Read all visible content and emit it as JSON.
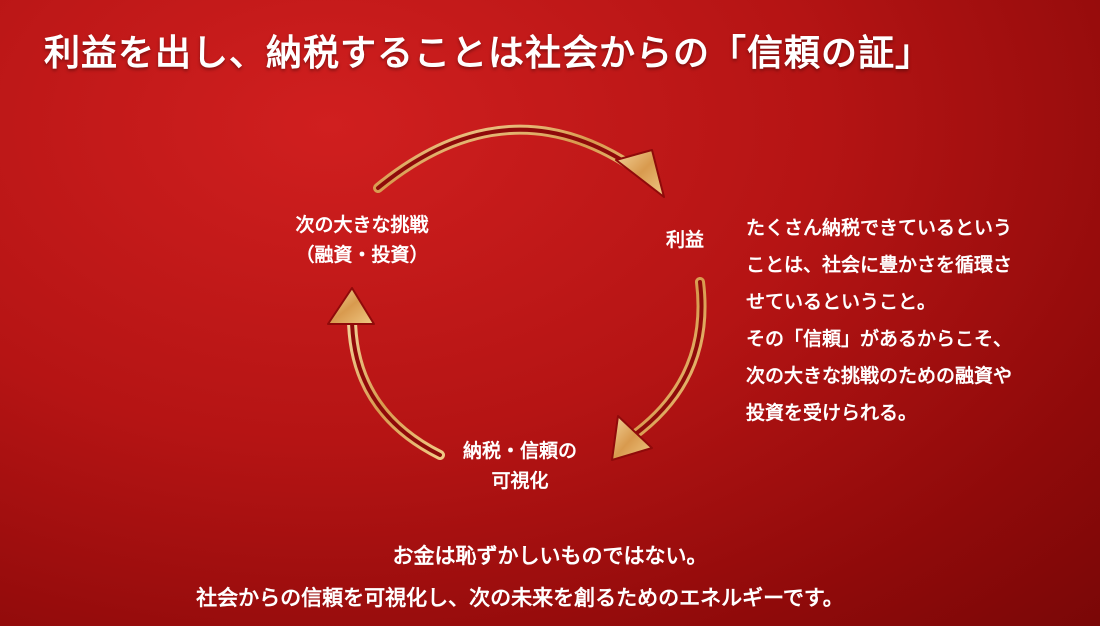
{
  "title": "利益を出し、納税することは社会からの「信頼の証」",
  "cycle": {
    "challenge": [
      "次の大きな挑戦",
      "（融資・投資）"
    ],
    "profit": "利益",
    "tax": [
      "納税・信頼の",
      "可視化"
    ]
  },
  "description": [
    "たくさん納税できているという",
    "ことは、社会に豊かさを循環さ",
    "せているということ。",
    "その「信頼」があるからこそ、",
    "次の大きな挑戦のための融資や",
    "投資を受けられる。"
  ],
  "footer": [
    "お金は恥ずかしいものではない。",
    "社会からの信頼を可視化し、次の未来を創るためのエネルギーです。"
  ],
  "colors": {
    "background": "#b51414",
    "arrow_gold": "#e2b066",
    "arrow_dark": "#7a0707"
  }
}
